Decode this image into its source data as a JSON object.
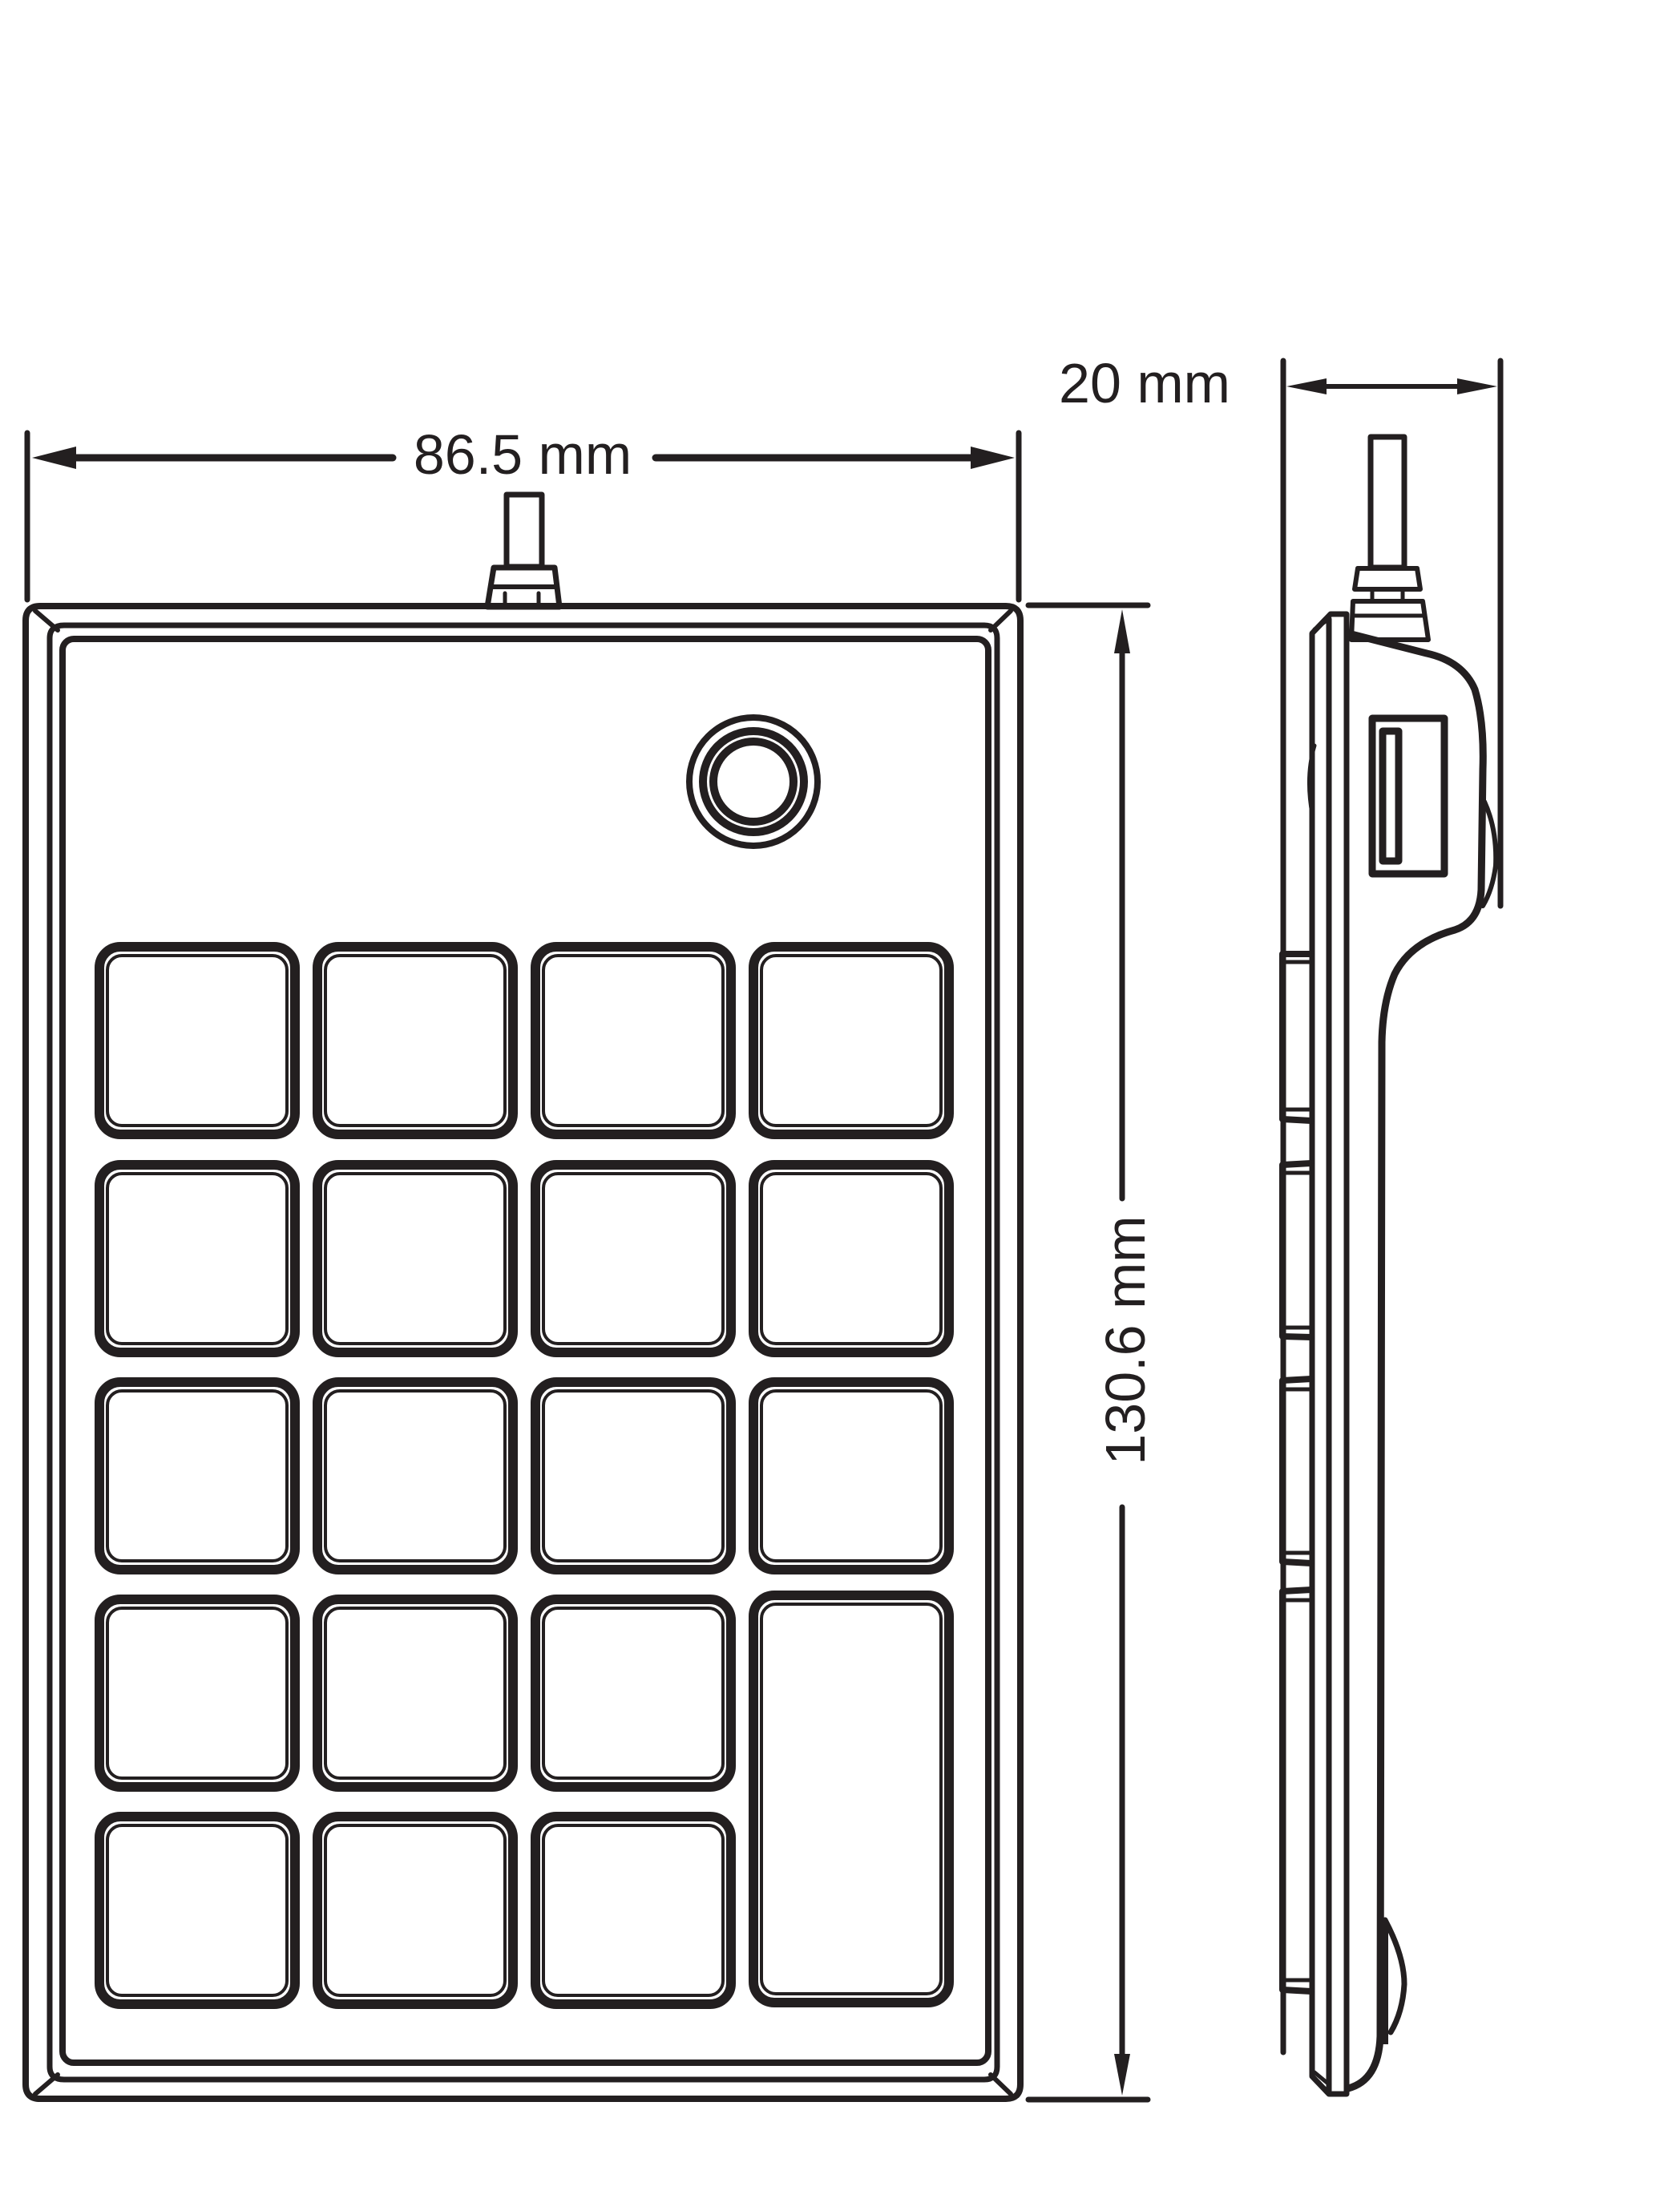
{
  "drawing": {
    "title": "Numeric keypad dimension drawing",
    "colors": {
      "line": "#231f20",
      "background": "#ffffff"
    }
  },
  "dimensions": {
    "width": {
      "label": "86.5 mm",
      "value": 86.5,
      "unit": "mm"
    },
    "height": {
      "label": "130.6 mm",
      "value": 130.6,
      "unit": "mm"
    },
    "depth": {
      "label": "20 mm",
      "value": 20,
      "unit": "mm"
    }
  },
  "front_view": {
    "round_button": {
      "icon": "ring-button"
    },
    "key_grid": {
      "columns": 4,
      "rows": 5,
      "keys": [
        {
          "row": 1,
          "col": 1
        },
        {
          "row": 1,
          "col": 2
        },
        {
          "row": 1,
          "col": 3
        },
        {
          "row": 1,
          "col": 4
        },
        {
          "row": 2,
          "col": 1
        },
        {
          "row": 2,
          "col": 2
        },
        {
          "row": 2,
          "col": 3
        },
        {
          "row": 2,
          "col": 4
        },
        {
          "row": 3,
          "col": 1
        },
        {
          "row": 3,
          "col": 2
        },
        {
          "row": 3,
          "col": 3
        },
        {
          "row": 3,
          "col": 4
        },
        {
          "row": 4,
          "col": 1
        },
        {
          "row": 4,
          "col": 2
        },
        {
          "row": 4,
          "col": 3
        },
        {
          "row": 4,
          "col": 4,
          "rowspan": 2
        },
        {
          "row": 5,
          "col": 1
        },
        {
          "row": 5,
          "col": 2
        },
        {
          "row": 5,
          "col": 3
        }
      ],
      "key_count": 19
    },
    "cable": {
      "icon": "usb-cable"
    }
  },
  "side_view": {
    "usb_port": {
      "icon": "usb-port"
    },
    "cable": {
      "icon": "usb-cable"
    }
  }
}
